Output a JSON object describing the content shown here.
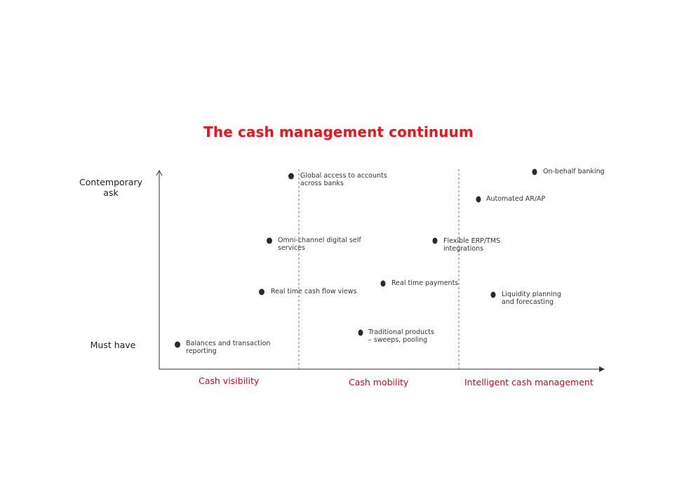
{
  "title": "The cash management continuum",
  "axes": {
    "y_top_label": "Contemporary\nask",
    "y_bottom_label": "Must have"
  },
  "bands": [
    {
      "label": "Cash visibility"
    },
    {
      "label": "Cash mobility"
    },
    {
      "label": "Intelligent cash management"
    }
  ],
  "items": [
    {
      "label": "Balances and transaction\nreporting"
    },
    {
      "label": "Real time cash flow views"
    },
    {
      "label": "Omni-channel digital self\nservices"
    },
    {
      "label": "Global access to accounts\nacross banks"
    },
    {
      "label": "Traditional products\n– sweeps, pooling"
    },
    {
      "label": "Real time payments"
    },
    {
      "label": "Flexible ERP/TMS\nintegrations"
    },
    {
      "label": "Liquidity planning\nand forecasting"
    },
    {
      "label": "Automated AR/AP"
    },
    {
      "label": "On-behalf banking"
    }
  ],
  "colors": {
    "title": "#e8151b",
    "band_label": "#b8141f",
    "divider": "#e0474f",
    "dot": "#2a2a35",
    "axis": "#333333"
  }
}
